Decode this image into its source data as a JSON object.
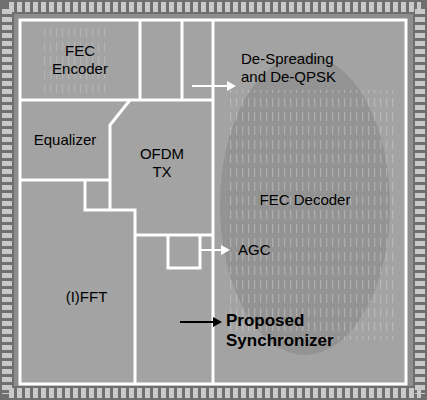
{
  "diagram": {
    "nodes": [
      {
        "text": [
          "FEC Encoder"
        ]
      },
      {
        "text": [
          "Equalizer"
        ]
      },
      {
        "text": [
          "OFDM TX"
        ]
      },
      {
        "text": [
          "(I)FFT"
        ]
      },
      {
        "text": [
          "FEC Decoder"
        ]
      }
    ],
    "labels": [
      "De-Spreading and De-QPSK",
      "AGC",
      "Proposed Synchronizer"
    ]
  }
}
